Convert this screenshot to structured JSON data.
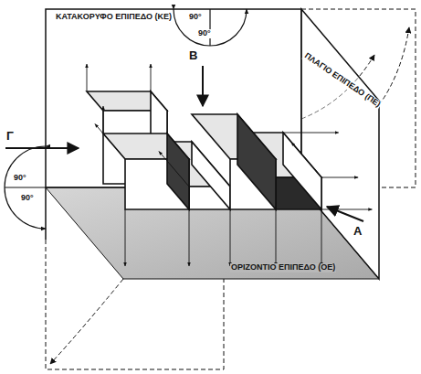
{
  "diagram": {
    "labels": [
      "ΚΑΤΑΚΟΡΥΦΟ ΕΠΙΠΕΔΟ (ΚΕ)",
      "ΠΛΑΓΙΟ ΕΠΙΠΕΔΟ (ΠΕ)",
      "ΟΡΙΖΟΝΤΙΟ ΕΠΙΠΕΔΟ (ΟΕ)",
      "90°",
      "90°",
      "90°",
      "90°",
      "Β",
      "Γ",
      "Α"
    ]
  }
}
